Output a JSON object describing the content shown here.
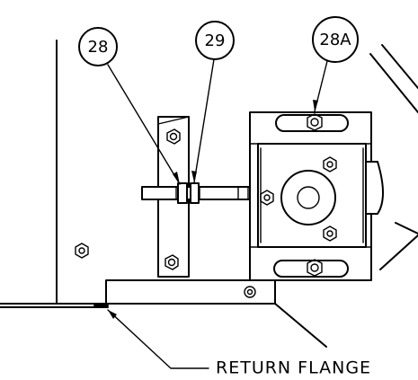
{
  "callouts": [
    {
      "id": "28",
      "label": "28"
    },
    {
      "id": "29",
      "label": "29"
    },
    {
      "id": "28a",
      "label": "28A"
    }
  ],
  "note": {
    "label": "RETURN FLANGE"
  },
  "colors": {
    "line": "#000000",
    "background": "#ffffff"
  }
}
